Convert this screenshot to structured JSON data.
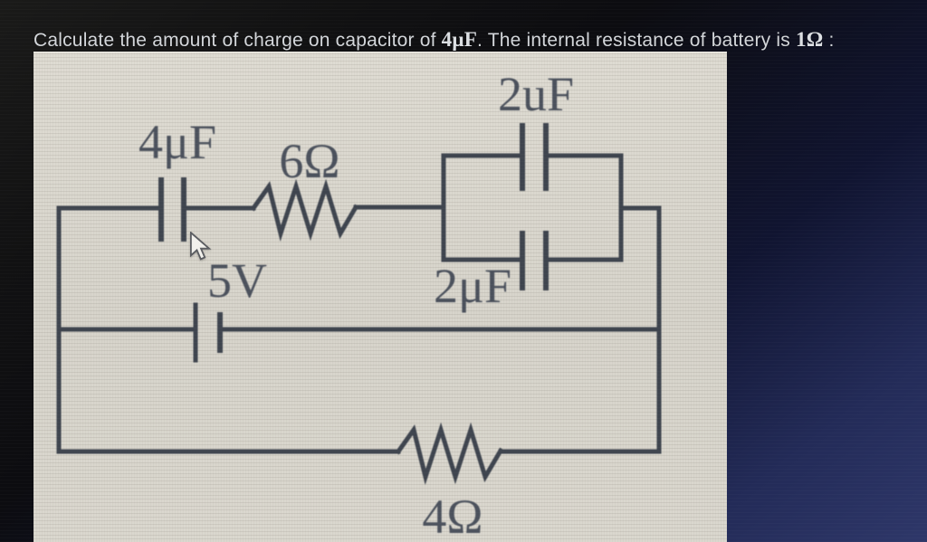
{
  "question": {
    "prefix": "Calculate the amount of charge on capacitor of ",
    "math_capacitance": "4μF",
    "middle": ". The internal resistance of battery is ",
    "math_resistance": "1Ω",
    "suffix": " :"
  },
  "circuit": {
    "description": "Circuit diagram on photographed paper",
    "labels": {
      "cap4": "4μF",
      "res6": "6Ω",
      "cap2_top": "2uF",
      "cap2_bottom": "2μF",
      "battery": "5V",
      "res4": "4Ω"
    },
    "components": [
      {
        "id": "capacitor-4uf",
        "kind": "capacitor",
        "value": "4μF",
        "location": "top-left branch"
      },
      {
        "id": "resistor-6ohm",
        "kind": "resistor",
        "value": "6Ω",
        "location": "top branch"
      },
      {
        "id": "capacitor-2uf-top",
        "kind": "capacitor",
        "value": "2uF",
        "location": "parallel pair upper"
      },
      {
        "id": "capacitor-2uf-bottom",
        "kind": "capacitor",
        "value": "2μF",
        "location": "parallel pair lower"
      },
      {
        "id": "battery-5v",
        "kind": "battery",
        "value": "5V",
        "location": "middle branch"
      },
      {
        "id": "resistor-4ohm",
        "kind": "resistor",
        "value": "4Ω",
        "location": "bottom branch"
      }
    ],
    "colors": {
      "ink": "#3e444e",
      "label_ink": "#4b515c",
      "paper": "#d8d5cc",
      "background_top": "#101012",
      "background_bottom": "#2e3769",
      "question_text": "#d3d6da"
    }
  },
  "cursor": {
    "icon": "arrow-cursor"
  }
}
